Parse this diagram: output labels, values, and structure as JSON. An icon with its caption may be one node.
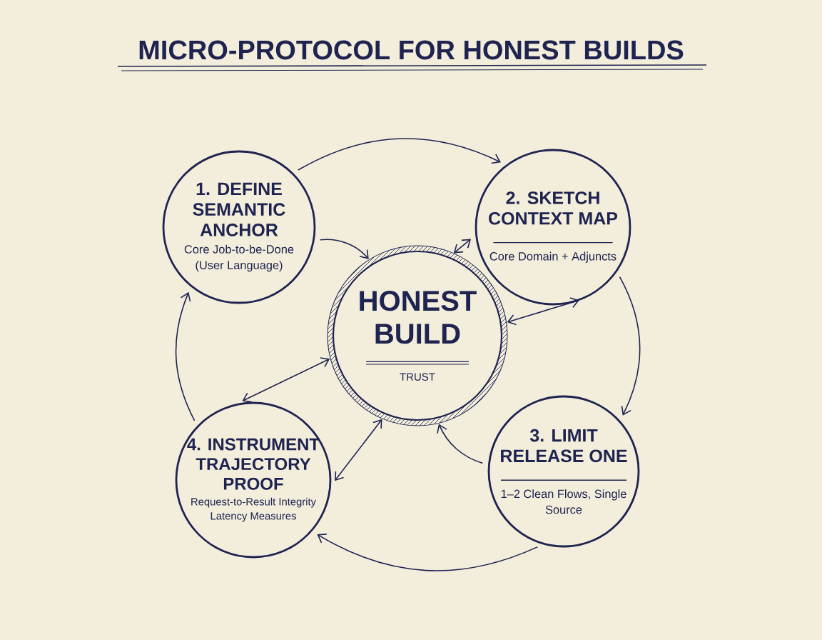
{
  "diagram": {
    "title": "MICRO-PROTOCOL FOR HONEST BUILDS",
    "nodes": [
      {
        "text": [
          "1. DEFINE SEMANTIC ANCHOR",
          "Core Job-to-be-Done (User Language)"
        ]
      },
      {
        "text": [
          "2. SKETCH CONTEXT MAP",
          "Core Domain + Adjuncts"
        ]
      },
      {
        "text": [
          "HONEST BUILD",
          "TRUST"
        ]
      },
      {
        "text": [
          "3. LIMIT RELEASE ONE",
          "1–2 Clean Flows, Single Source"
        ]
      },
      {
        "text": [
          "4. INSTRUMENT TRAJECTORY PROOF",
          "Request-to-Result Integrity Latency Measures"
        ]
      }
    ],
    "edges": [
      {
        "from": 0,
        "to": 1,
        "arrow": "to"
      },
      {
        "from": 1,
        "to": 3,
        "arrow": "to"
      },
      {
        "from": 3,
        "to": 4,
        "arrow": "to"
      },
      {
        "from": 4,
        "to": 0,
        "arrow": "to"
      },
      {
        "from": 0,
        "to": 2,
        "arrow": "to"
      },
      {
        "from": 1,
        "to": 2,
        "arrow": "both"
      },
      {
        "from": 2,
        "to": 1,
        "arrow": "both"
      },
      {
        "from": 2,
        "to": 4,
        "arrow": "both"
      },
      {
        "from": 2,
        "to": 4,
        "arrow": "both"
      },
      {
        "from": 3,
        "to": 2,
        "arrow": "to"
      }
    ]
  }
}
